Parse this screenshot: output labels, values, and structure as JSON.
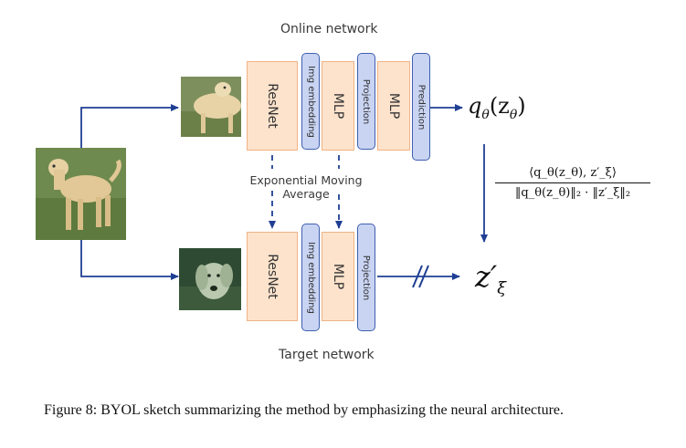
{
  "diagram": {
    "online_label": "Online network",
    "target_label": "Target network",
    "ema_line1": "Exponential Moving",
    "ema_line2": "Average",
    "online_blocks": [
      "ResNet",
      "Img embedding",
      "MLP",
      "Projection",
      "MLP",
      "Prediction"
    ],
    "target_blocks": [
      "ResNet",
      "Img embedding",
      "MLP",
      "Projection"
    ],
    "output_online": "q",
    "output_online_sub": "θ",
    "output_online_arg": "(z",
    "output_online_arg_sub": "θ",
    "output_online_close": ")",
    "output_target": "z′",
    "output_target_sub": "ξ",
    "loss_numerator": "⟨q_θ(z_θ), z′_ξ⟩",
    "loss_denominator": "‖q_θ(z_θ)‖₂ · ‖z′_ξ‖₂"
  },
  "colors": {
    "arrow": "#1f3f94",
    "orange_fill": "#fde3cc",
    "orange_border": "#f0b385",
    "blue_fill": "#c9d4f3",
    "blue_border": "#3f5fae"
  },
  "caption": "Figure 8: BYOL sketch summarizing the method by emphasizing the neural architecture."
}
